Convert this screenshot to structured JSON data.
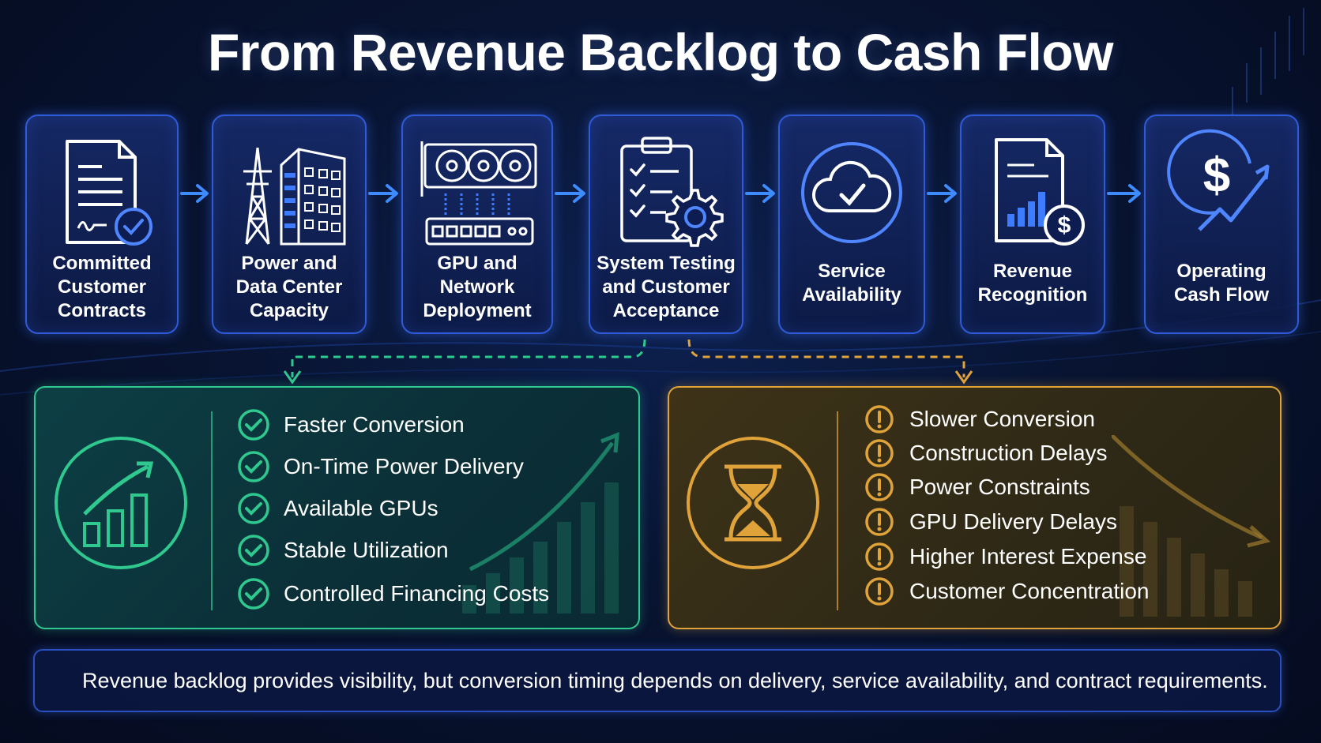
{
  "title": "From Revenue Backlog to Cash Flow",
  "steps": [
    {
      "label_lines": [
        "Committed",
        "Customer",
        "Contracts"
      ],
      "icon": "signed-contract-icon"
    },
    {
      "label_lines": [
        "Power and",
        "Data Center",
        "Capacity"
      ],
      "icon": "power-tower-datacenter-icon"
    },
    {
      "label_lines": [
        "GPU and",
        "Network",
        "Deployment"
      ],
      "icon": "gpu-network-icon"
    },
    {
      "label_lines": [
        "System Testing",
        "and Customer",
        "Acceptance"
      ],
      "icon": "checklist-gear-icon"
    },
    {
      "label_lines": [
        "Service",
        "Availability"
      ],
      "icon": "cloud-check-icon"
    },
    {
      "label_lines": [
        "Revenue",
        "Recognition"
      ],
      "icon": "report-dollar-icon"
    },
    {
      "label_lines": [
        "Operating",
        "Cash Flow"
      ],
      "icon": "dollar-growth-icon"
    }
  ],
  "faster_panel": {
    "icon": "growth-chart-icon",
    "accent": "#2fc98f",
    "items": [
      "Faster Conversion",
      "On-Time Power Delivery",
      "Available GPUs",
      "Stable Utilization",
      "Controlled Financing Costs"
    ]
  },
  "slower_panel": {
    "icon": "hourglass-icon",
    "accent": "#e0a33a",
    "items": [
      "Slower Conversion",
      "Construction Delays",
      "Power Constraints",
      "GPU Delivery Delays",
      "Higher Interest Expense",
      "Customer Concentration"
    ]
  },
  "footer": {
    "text": "Revenue backlog provides visibility, but conversion timing depends on delivery, service availability, and contract requirements."
  }
}
